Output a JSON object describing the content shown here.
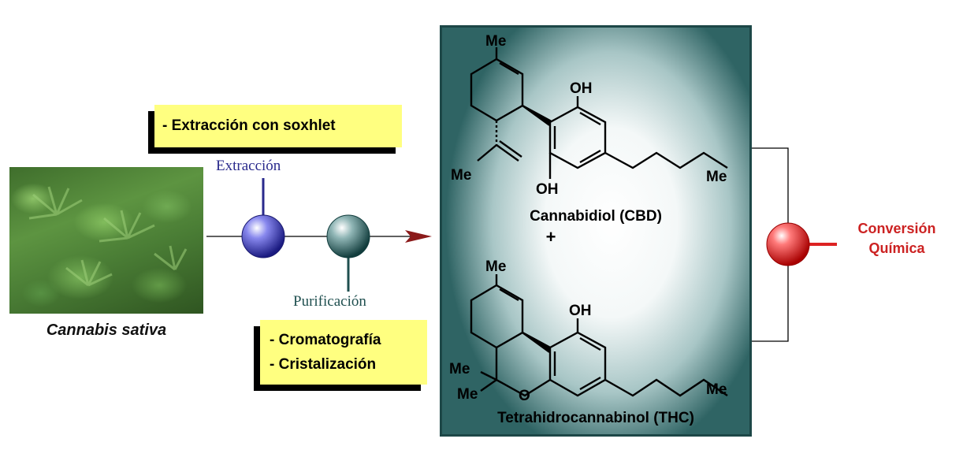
{
  "plant": {
    "caption": "Cannabis sativa"
  },
  "steps": {
    "extraction_label": "Extracción",
    "purification_label": "Purificación"
  },
  "boxes": {
    "extraction_method": "- Extracción con soxhlet",
    "purification_methods": [
      "- Cromatografía",
      "- Cristalización"
    ]
  },
  "molecules": {
    "cbd": {
      "name": "Cannabidiol (CBD)",
      "groups": {
        "me_top": "Me",
        "oh_top": "OH",
        "me_left": "Me",
        "oh_bottom": "OH",
        "me_chain": "Me"
      }
    },
    "plus": "+",
    "thc": {
      "name": "Tetrahidrocannabinol (THC)",
      "groups": {
        "me_top": "Me",
        "oh": "OH",
        "me_gem1": "Me",
        "me_gem2": "Me",
        "o_ring": "O",
        "me_chain": "Me"
      }
    }
  },
  "conversion": {
    "label_line1": "Conversión",
    "label_line2": "Química"
  },
  "colors": {
    "extraction_ball": "#3b3bb0",
    "purification_ball": "#2e6666",
    "conversion_ball": "#ee2222",
    "arrow": "#8b1a1a",
    "panel_edge": "#1d4747",
    "box_fill": "#ffff80"
  }
}
